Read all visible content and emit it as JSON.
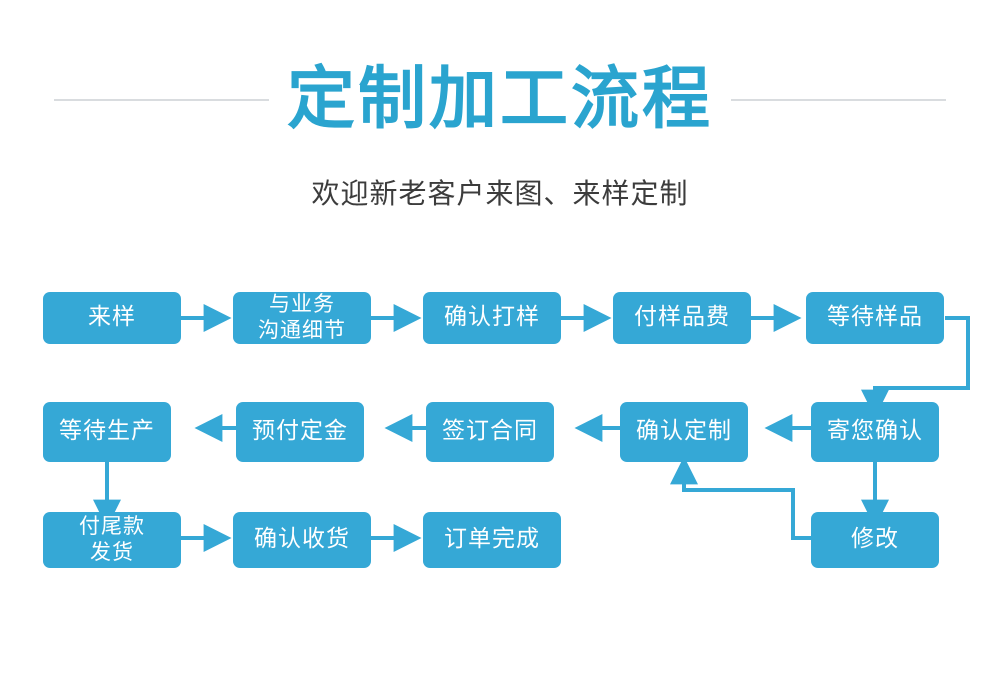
{
  "header": {
    "title": "定制加工流程",
    "subtitle": "欢迎新老客户来图、来样定制"
  },
  "colors": {
    "node_fill": "#35a8d6",
    "title": "#2aa4cf",
    "arrow": "#35a8d6",
    "rule": "#d9dcdf",
    "subtitle": "#3c3c3c",
    "background": "#ffffff"
  },
  "flow": {
    "rows": [
      {
        "direction": "left-to-right",
        "nodes": [
          {
            "label": "来样",
            "lines": [
              "来样"
            ]
          },
          {
            "label": "与业务沟通细节",
            "lines": [
              "与业务",
              "沟通细节"
            ]
          },
          {
            "label": "确认打样",
            "lines": [
              "确认打样"
            ]
          },
          {
            "label": "付样品费",
            "lines": [
              "付样品费"
            ]
          },
          {
            "label": "等待样品",
            "lines": [
              "等待样品"
            ]
          }
        ]
      },
      {
        "direction": "right-to-left",
        "nodes": [
          {
            "label": "等待生产",
            "lines": [
              "等待生产"
            ]
          },
          {
            "label": "预付定金",
            "lines": [
              "预付定金"
            ]
          },
          {
            "label": "签订合同",
            "lines": [
              "签订合同"
            ]
          },
          {
            "label": "确认定制",
            "lines": [
              "确认定制"
            ]
          },
          {
            "label": "寄您确认",
            "lines": [
              "寄您确认"
            ]
          }
        ]
      },
      {
        "direction": "left-to-right",
        "nodes": [
          {
            "label": "付尾款发货",
            "lines": [
              "付尾款",
              "发货"
            ]
          },
          {
            "label": "确认收货",
            "lines": [
              "确认收货"
            ]
          },
          {
            "label": "订单完成",
            "lines": [
              "订单完成"
            ]
          },
          {
            "label": "修改",
            "lines": [
              "修改"
            ]
          }
        ]
      }
    ]
  }
}
